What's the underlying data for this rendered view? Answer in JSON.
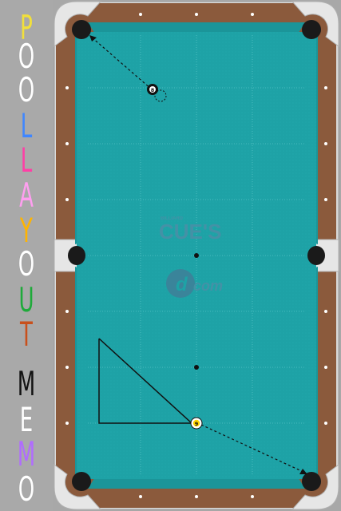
{
  "title": {
    "letters": [
      {
        "char": "P",
        "color": "#f2e03a"
      },
      {
        "char": "O",
        "color": "#ffffff"
      },
      {
        "char": "O",
        "color": "#ffffff"
      },
      {
        "char": "L",
        "color": "#3f86ff"
      },
      {
        "char": "L",
        "color": "#ff3fa6"
      },
      {
        "char": "A",
        "color": "#ff9ff0"
      },
      {
        "char": "Y",
        "color": "#ffb400"
      },
      {
        "char": "O",
        "color": "#ffffff"
      },
      {
        "char": "U",
        "color": "#1faa3a"
      },
      {
        "char": "T",
        "color": "#c8501c"
      },
      {
        "char": "M",
        "color": "#111111"
      },
      {
        "char": "E",
        "color": "#ffffff"
      },
      {
        "char": "M",
        "color": "#b06cff"
      },
      {
        "char": "O",
        "color": "#ffffff"
      }
    ]
  },
  "table": {
    "felt_color": "#1ea2a6",
    "rail_color": "#8b5a3c",
    "cushion_color": "#1b9599",
    "watermark": {
      "top_small": "BILLIARD",
      "top_big": "CUE'S",
      "bottom": "com"
    }
  },
  "balls": [
    {
      "label": "8",
      "type": "object"
    },
    {
      "label": "9",
      "type": "object"
    }
  ]
}
